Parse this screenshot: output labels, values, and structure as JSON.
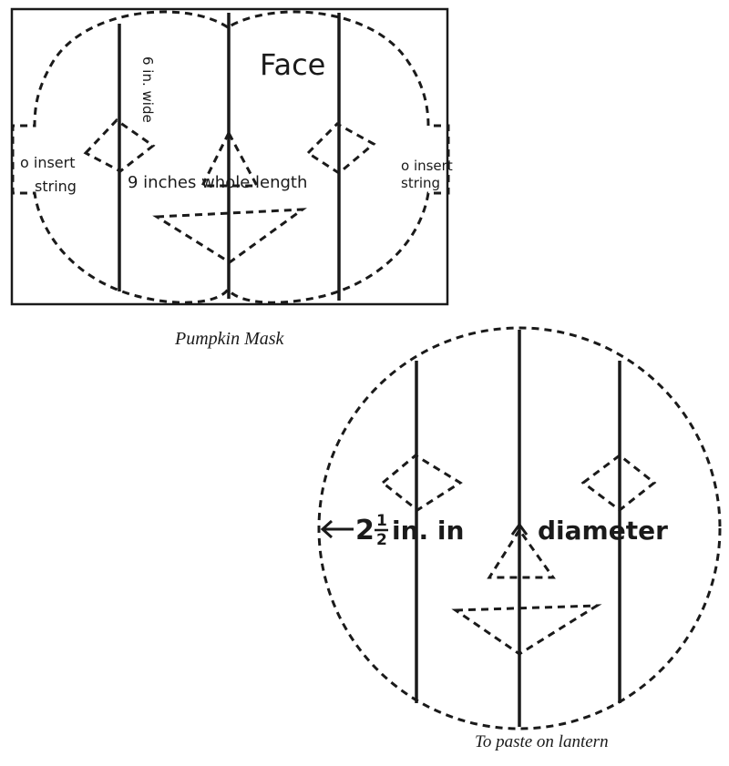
{
  "mask": {
    "face_label": "Face",
    "width_note": "6 in. wide",
    "left_string": [
      "o insert",
      "string"
    ],
    "right_string": [
      "o insert",
      "string"
    ],
    "length_note": "9 inches whole length",
    "caption": "Pumpkin Mask"
  },
  "lantern": {
    "diameter_whole": "2",
    "diameter_num": "1",
    "diameter_den": "2",
    "diameter_left": "in. in",
    "diameter_right": "diameter",
    "caption": "To paste on lantern"
  },
  "colors": {
    "ink": "#1a1a1a",
    "paper": "#ffffff"
  }
}
